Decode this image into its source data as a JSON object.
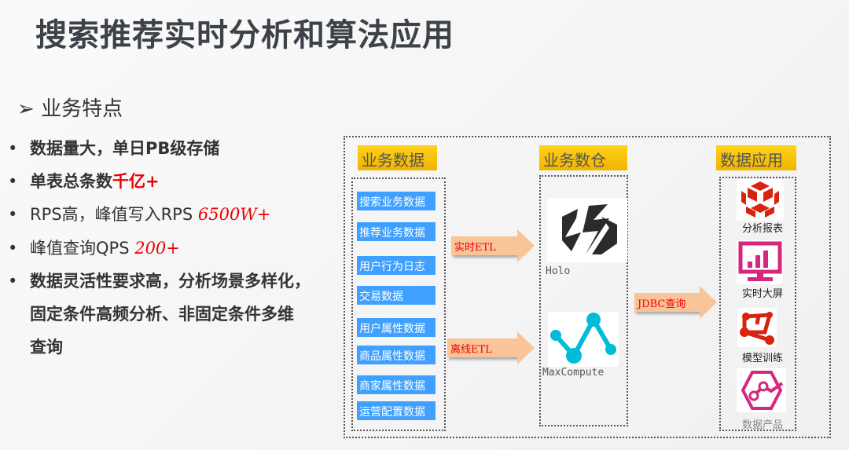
{
  "title": "搜索推荐实时分析和算法应用",
  "subtitle": "业务特点",
  "bullets": [
    {
      "text": "数据量大，单日PB级存储",
      "highlight": ""
    },
    {
      "text": "单表总条数",
      "highlight": "千亿+"
    },
    {
      "text": "RPS高，峰值写入RPS ",
      "highlight": "6500W+"
    },
    {
      "text": "峰值查询QPS ",
      "highlight": "200+"
    },
    {
      "text": "数据灵活性要求高，分析场景多样化，",
      "highlight": ""
    },
    {
      "text": "固定条件高频分析、非固定条件多维",
      "highlight": ""
    },
    {
      "text": "查询",
      "highlight": ""
    }
  ],
  "diagram": {
    "headers": [
      "业务数据",
      "业务数仓",
      "数据应用"
    ],
    "sources": [
      "搜索业务数据",
      "推荐业务数据",
      "用户行为日志",
      "交易数据",
      "用户属性数据",
      "商品属性数据",
      "商家属性数据",
      "运营配置数据"
    ],
    "arrows": [
      "实时ETL",
      "离线ETL",
      "JDBC查询"
    ],
    "warehouse": [
      "Holo",
      "MaxCompute"
    ],
    "apps": [
      "分析报表",
      "实时大屏",
      "模型训练",
      "数据产品"
    ]
  }
}
